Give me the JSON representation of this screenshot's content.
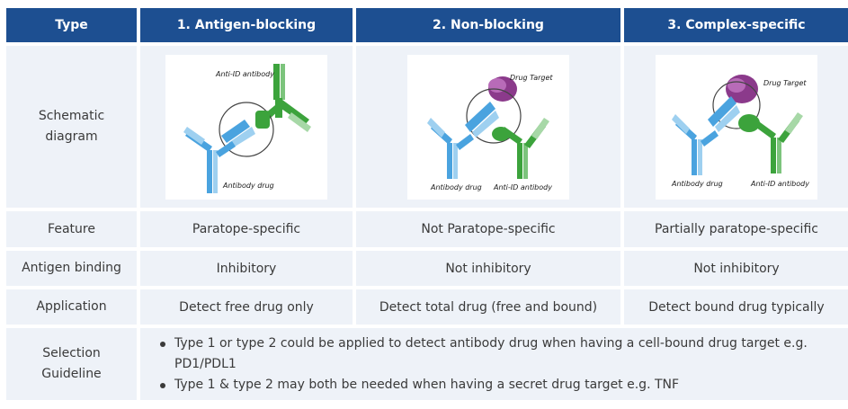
{
  "header": {
    "type_label": "Type",
    "col1": "1. Antigen-blocking",
    "col2": "2. Non-blocking",
    "col3": "3. Complex-specific"
  },
  "rows": {
    "schematic": {
      "label": "Schematic diagram",
      "col1_labels": {
        "anti_id": "Anti-ID antibody",
        "drug": "Antibody drug"
      },
      "col2_labels": {
        "target": "Drug Target",
        "drug": "Antibody drug",
        "anti_id": "Anti-ID antibody"
      },
      "col3_labels": {
        "target": "Drug Target",
        "drug": "Antibody drug",
        "anti_id": "Anti-ID antibody"
      }
    },
    "feature": {
      "label": "Feature",
      "values": [
        "Paratope-specific",
        "Not Paratope-specific",
        "Partially paratope-specific"
      ]
    },
    "antigen_binding": {
      "label": "Antigen binding",
      "values": [
        "Inhibitory",
        "Not inhibitory",
        "Not inhibitory"
      ]
    },
    "application": {
      "label": "Application",
      "values": [
        "Detect free drug only",
        "Detect total drug (free and bound)",
        "Detect bound drug typically"
      ]
    },
    "guideline": {
      "label": "Selection Guideline",
      "bullets": [
        "Type 1 or type 2 could be applied to detect antibody drug when having a cell-bound drug target e.g. PD1/PDL1",
        "Type 1 & type 2 may both be needed when having a secret drug target e.g. TNF"
      ]
    }
  },
  "colors": {
    "header_bg": "#1d4f91",
    "cell_bg": "#eef2f8",
    "drug_blue": "#4aa3df",
    "anti_id_green": "#3ca33c",
    "target_purple": "#8b3a8b"
  }
}
